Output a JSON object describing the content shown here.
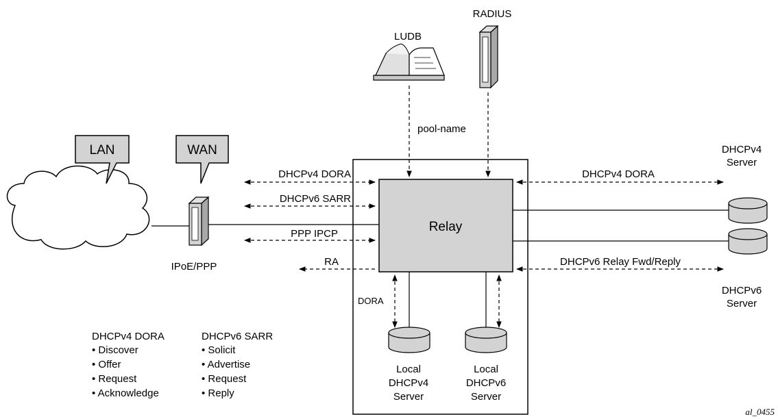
{
  "components": {
    "ludb": "LUDB",
    "radius": "RADIUS",
    "lan": "LAN",
    "wan": "WAN",
    "ipoe_ppp": "IPoE/PPP",
    "relay": "Relay",
    "dhcpv4_server": [
      "DHCPv4",
      "Server"
    ],
    "dhcpv6_server": [
      "DHCPv6",
      "Server"
    ],
    "local_dhcpv4_server": [
      "Local",
      "DHCPv4",
      "Server"
    ],
    "local_dhcpv6_server": [
      "Local",
      "DHCPv6",
      "Server"
    ]
  },
  "flows": {
    "pool_name": "pool-name",
    "left_dhcpv4": "DHCPv4 DORA",
    "left_dhcpv6": "DHCPv6 SARR",
    "ppp_ipcp": "PPP IPCP",
    "ra": "RA",
    "right_dhcpv4": "DHCPv4 DORA",
    "right_dhcpv6": "DHCPv6 Relay Fwd/Reply",
    "local_dora": "DORA"
  },
  "legend": {
    "dora": {
      "title": "DHCPv4 DORA",
      "items": [
        "• Discover",
        "• Offer",
        "• Request",
        "• Acknowledge"
      ]
    },
    "sarr": {
      "title": "DHCPv6 SARR",
      "items": [
        "• Solicit",
        "• Advertise",
        "• Request",
        "• Reply"
      ]
    }
  },
  "figure_id": "al_0455",
  "colors": {
    "box_fill": "#d3d3d3",
    "line": "#000000"
  }
}
